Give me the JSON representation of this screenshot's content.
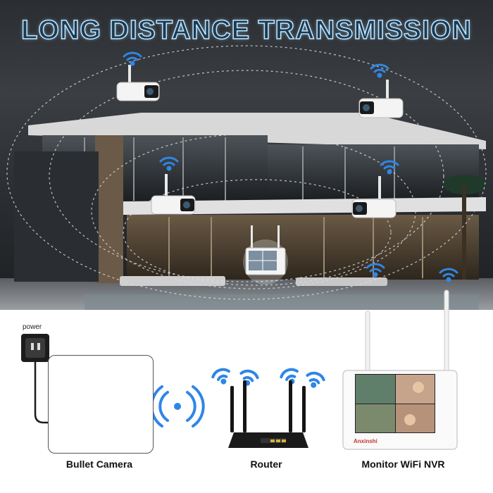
{
  "headline": "LONG DISTANCE TRANSMISSION",
  "power_label": "power",
  "captions": {
    "camera": "Bullet Camera",
    "router": "Router",
    "nvr": "Monitor WiFi NVR"
  },
  "brand_text": "Anxinshi",
  "icons": [
    "wifi-icon",
    "power-plug-icon",
    "wireless-signal-icon"
  ],
  "colors": {
    "wifi_blue": "#2f86e6",
    "headline_fill": "#1d3a52",
    "headline_outline": "#bfe6ff"
  }
}
